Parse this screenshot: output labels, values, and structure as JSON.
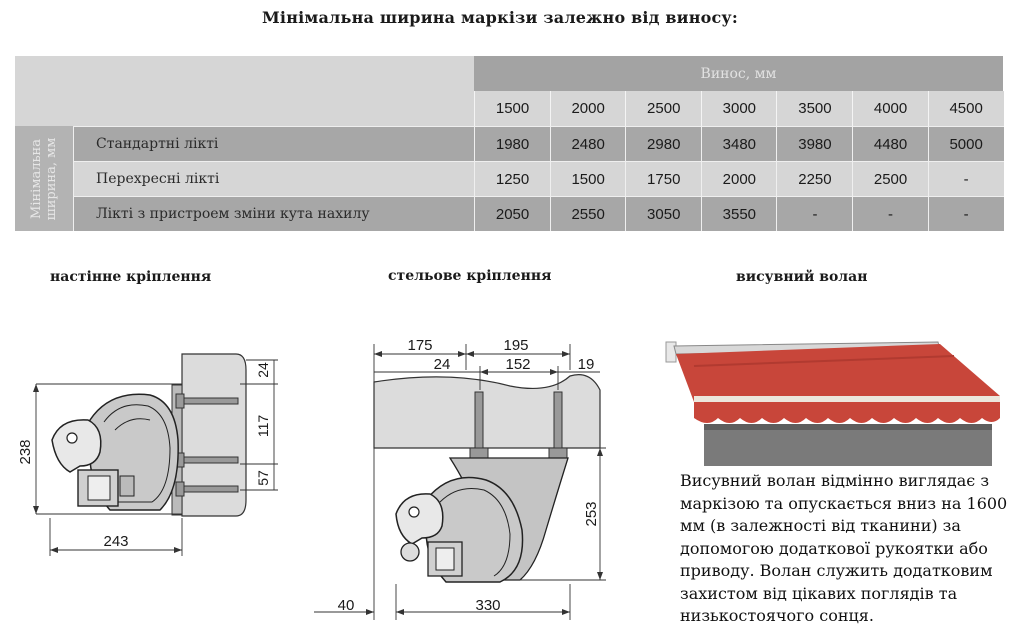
{
  "title": "Мінімальна ширина маркізи залежно від виносу:",
  "table": {
    "projection_header": "Винос, мм",
    "projections": [
      "1500",
      "2000",
      "2500",
      "3000",
      "3500",
      "4000",
      "4500"
    ],
    "side_label_line1": "Мінімальна",
    "side_label_line2": "ширина, мм",
    "rows": [
      {
        "label": "Стандартні лікті",
        "values": [
          "1980",
          "2480",
          "2980",
          "3480",
          "3980",
          "4480",
          "5000"
        ]
      },
      {
        "label": "Перехресні лікті",
        "values": [
          "1250",
          "1500",
          "1750",
          "2000",
          "2250",
          "2500",
          "-"
        ]
      },
      {
        "label": "Лікті з пристроем зміни кута нахилу",
        "values": [
          "2050",
          "2550",
          "3050",
          "3550",
          "-",
          "-",
          "-"
        ]
      }
    ]
  },
  "sections": {
    "wall": "настінне кріплення",
    "ceiling": "стельове кріплення",
    "valance": "висувний волан"
  },
  "wall_dims": {
    "height": "238",
    "width": "243",
    "top": "24",
    "mid": "117",
    "low": "57"
  },
  "ceiling_dims": {
    "d175": "175",
    "d195": "195",
    "d24": "24",
    "d152": "152",
    "d19": "19",
    "height": "253",
    "offset": "40",
    "width": "330"
  },
  "valance_text": "Висувний волан відмінно виглядає з маркізою та опускається вниз на 1600 мм (в залежності від тканини) за допомогою додаткової рукоятки або приводу. Волан служить додатковим захистом від цікавих поглядів та низькостоячого сонця.",
  "colors": {
    "awning_red": "#c8463a",
    "valance_gray": "#7a7a7a",
    "table_dark": "#a3a3a3",
    "table_light": "#d6d6d6"
  }
}
